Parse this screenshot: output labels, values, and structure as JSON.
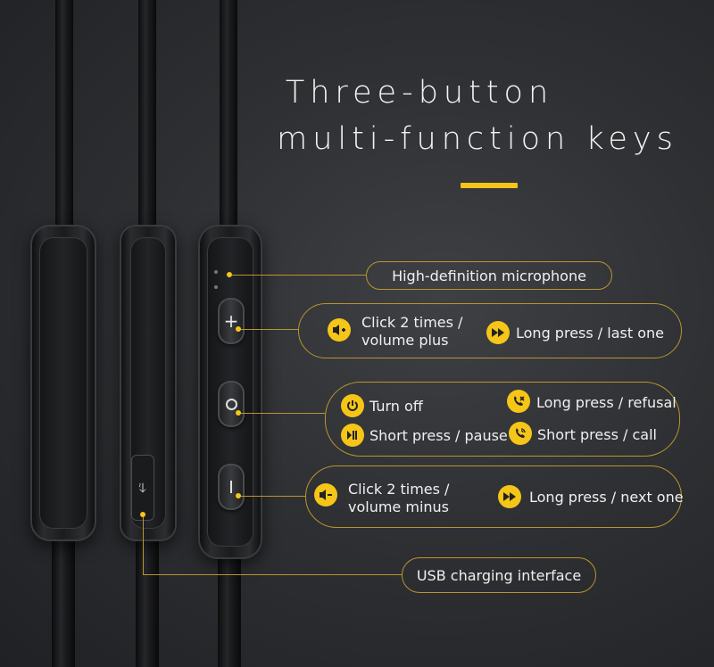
{
  "title": {
    "line1": "Three-button",
    "line2": "multi-function keys"
  },
  "labels": {
    "microphone": "High-definition microphone",
    "usb": "USB charging interface"
  },
  "volume_plus": {
    "click": "Click 2 times /\nvolume plus",
    "click_line1": "Click 2 times /",
    "click_line2": "volume plus",
    "long_press": "Long press / last one",
    "click_icon": "volume-up-icon",
    "long_icon": "fast-forward-icon"
  },
  "middle": {
    "turn_off": "Turn off",
    "short_press_pause": "Short press / pause",
    "long_press_refusal": "Long press / refusal",
    "short_press_call": "Short press / call",
    "icons": [
      "power-icon",
      "play-pause-icon",
      "hang-up-icon",
      "phone-icon"
    ]
  },
  "volume_minus": {
    "click_line1": "Click 2 times /",
    "click_line2": "volume minus",
    "long_press": "Long press / next one",
    "click_icon": "volume-down-icon",
    "long_icon": "fast-forward-icon"
  },
  "colors": {
    "accent": "#f5c518",
    "outline": "#b9952e",
    "background": "#2e3033"
  }
}
